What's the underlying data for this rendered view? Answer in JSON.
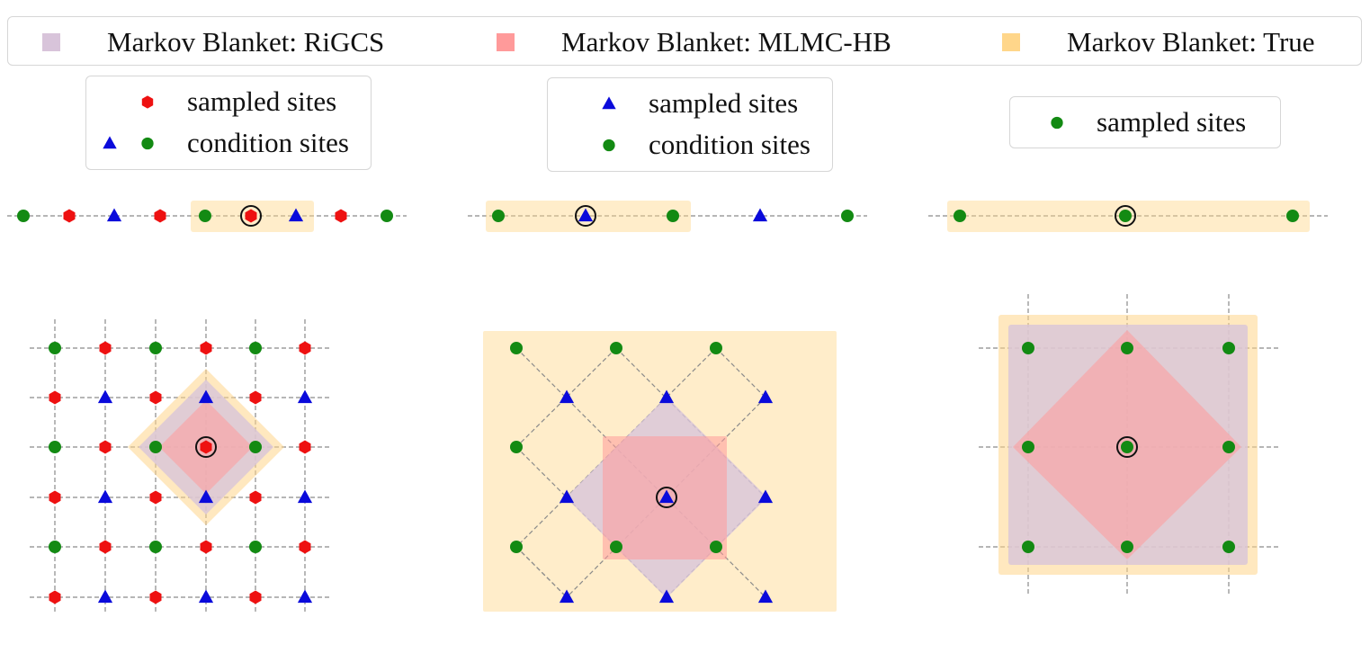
{
  "colors": {
    "rigcs": "#d8c4da",
    "mlmc_hb": "#ff9a9a",
    "true": "#ffd68a",
    "sampled_red": "#ee1111",
    "condition_blue": "#0a0adb",
    "condition_green": "#138a13",
    "grid_line": "#8a8a8a"
  },
  "top_legend": {
    "entries": [
      {
        "label": "Markov Blanket: RiGCS",
        "color": "#d8c4da"
      },
      {
        "label": "Markov Blanket: MLMC-HB",
        "color": "#ff9a9a"
      },
      {
        "label": "Markov Blanket: True",
        "color": "#ffd68a"
      }
    ]
  },
  "panels": [
    {
      "legend": {
        "rows": [
          {
            "label": "sampled sites",
            "markers": [
              "red-hexagon"
            ]
          },
          {
            "label": "condition sites",
            "markers": [
              "blue-triangle",
              "green-circle"
            ]
          }
        ]
      }
    },
    {
      "legend": {
        "rows": [
          {
            "label": "sampled sites",
            "markers": [
              "blue-triangle"
            ]
          },
          {
            "label": "condition sites",
            "markers": [
              "green-circle"
            ]
          }
        ]
      }
    },
    {
      "legend": {
        "rows": [
          {
            "label": "sampled sites",
            "markers": [
              "green-circle"
            ]
          }
        ]
      }
    }
  ]
}
